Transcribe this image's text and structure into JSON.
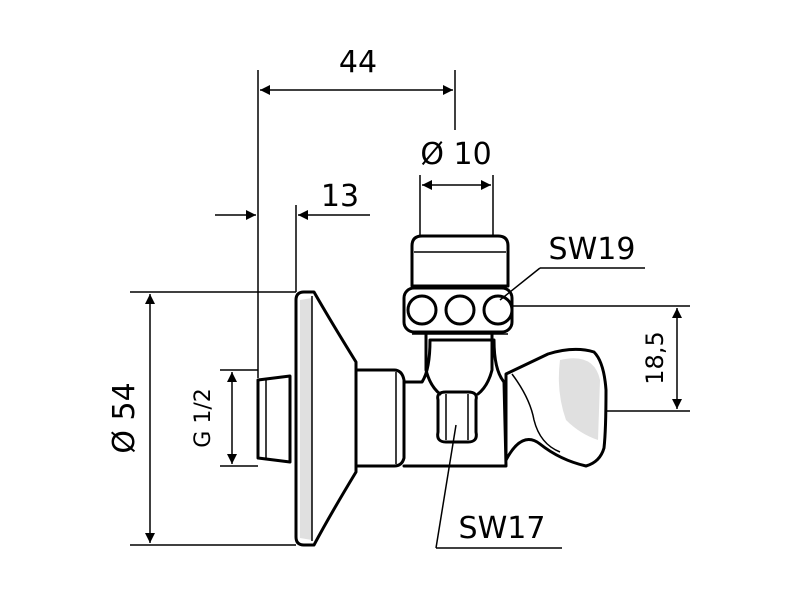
{
  "dimensions": {
    "overall_length": "44",
    "outlet_diameter": "Ø 10",
    "thread_depth": "13",
    "wrench_top": "SW19",
    "flange_diameter": "Ø 54",
    "thread_size": "G 1/2",
    "handle_offset": "18,5",
    "wrench_body": "SW17"
  }
}
